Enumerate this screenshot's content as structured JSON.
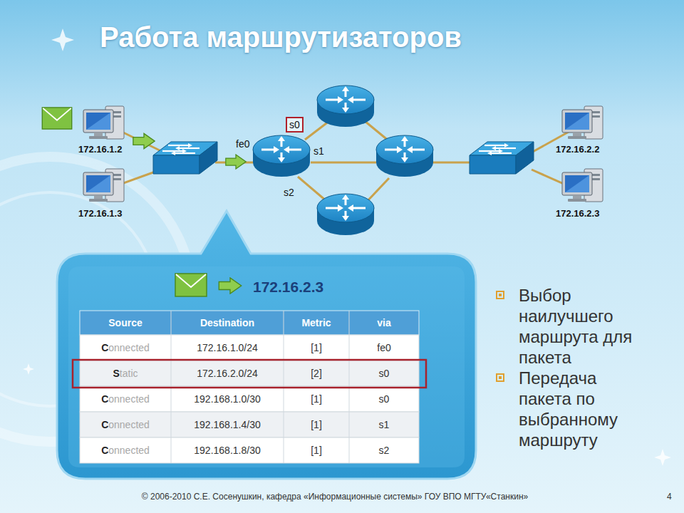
{
  "diagram": {
    "title": "Работа маршрутизаторов",
    "caption": "© 2006-2010 С.Е. Сосенушкин, кафедра «Информационные системы» ГОУ ВПО МГТУ«Станкин»",
    "nodes": [
      {
        "text": [
          "s0"
        ]
      },
      {
        "text": [
          "172.16.2.3"
        ]
      }
    ],
    "labels": [
      "172.16.1.2",
      "172.16.1.3",
      "fe0",
      "s1",
      "s2",
      "172.16.2.2",
      "172.16.2.3",
      "Source",
      "Destination",
      "Metric",
      "via",
      "Connected",
      "172.16.1.0/24",
      "[1]",
      "fe0",
      "Static",
      "172.16.2.0/24",
      "[2]",
      "s0",
      "Connected",
      "192.168.1.0/30",
      "[1]",
      "s0",
      "Connected",
      "192.168.1.4/30",
      "[1]",
      "s1",
      "Connected",
      "192.168.1.8/30",
      "[1]",
      "s2",
      "Выбор наилучшего маршрута для пакета",
      "Передача пакета по выбранному маршруту",
      "4"
    ]
  }
}
